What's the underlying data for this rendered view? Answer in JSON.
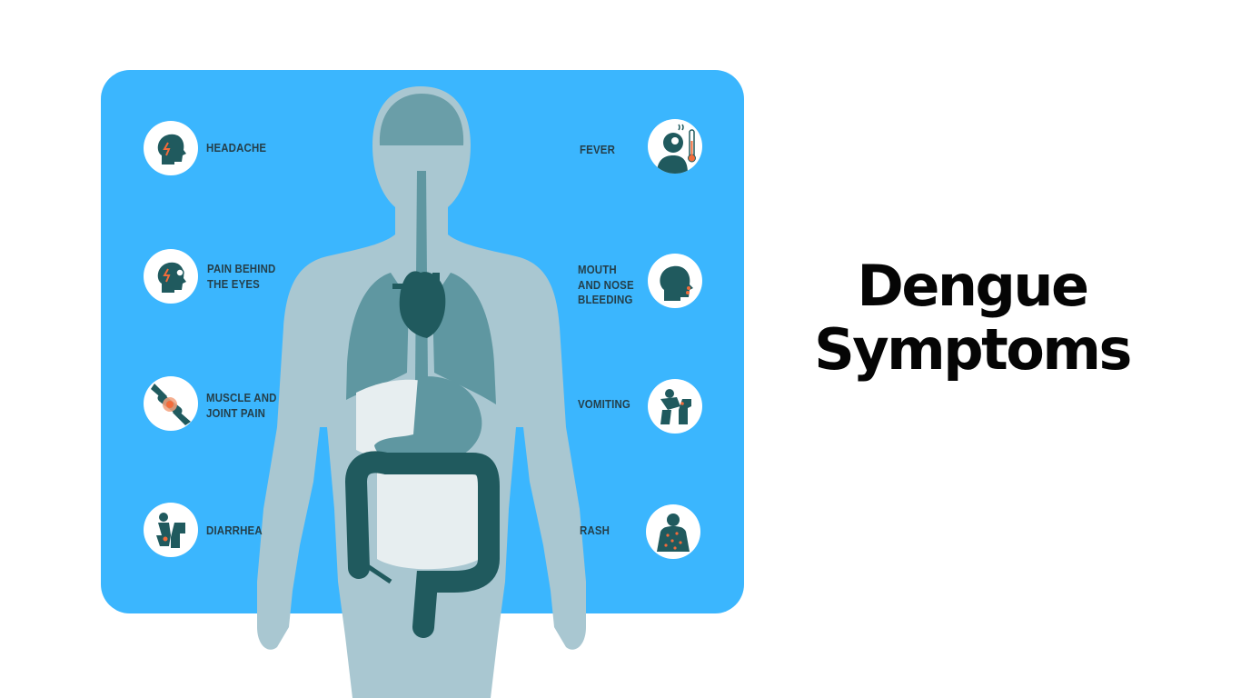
{
  "title": "Dengue\nSymptoms",
  "colors": {
    "panel": "#3bb6fe",
    "body": "#a9c7d1",
    "organ_dark": "#205a5e",
    "organ_mid": "#5f97a1",
    "organ_light": "#e7eef0",
    "label": "#243f4a",
    "accent": "#f26b3a"
  },
  "symptoms_left": [
    {
      "label": "HEADACHE",
      "icon": "headache-icon"
    },
    {
      "label": "PAIN BEHIND\nTHE EYES",
      "icon": "eye-pain-icon"
    },
    {
      "label": "MUSCLE AND\nJOINT PAIN",
      "icon": "joint-pain-icon"
    },
    {
      "label": "DIARRHEA",
      "icon": "diarrhea-icon"
    }
  ],
  "symptoms_right": [
    {
      "label": "FEVER",
      "icon": "fever-icon"
    },
    {
      "label": "MOUTH\nAND NOSE\nBLEEDING",
      "icon": "bleeding-icon"
    },
    {
      "label": "VOMITING",
      "icon": "vomiting-icon"
    },
    {
      "label": "RASH",
      "icon": "rash-icon"
    }
  ]
}
